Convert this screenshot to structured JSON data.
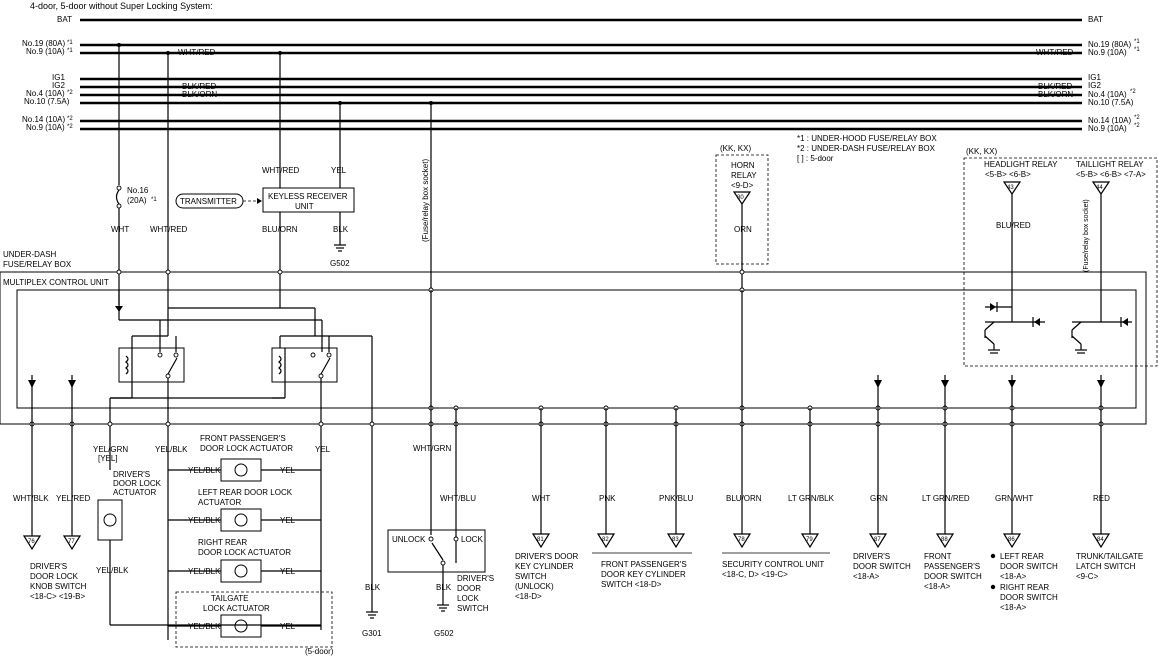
{
  "header": {
    "title": "4-door, 5-door without Super Locking System:"
  },
  "bus": {
    "bat": "BAT",
    "no19_80a": "No.19 (80A)",
    "star1": "*1",
    "no9_10a": "No.9 (10A)",
    "wht_red": "WHT/RED",
    "ig1": "IG1",
    "ig2": "IG2",
    "blk_red": "BLK/RED",
    "blk_orn": "BLK/ORN",
    "no4_10a": "No.4 (10A)",
    "star2": "*2",
    "no10_75a": "No.10 (7.5A)",
    "no14_10a": "No.14 (10A)"
  },
  "notes": {
    "n1": "*1 : UNDER-HOOD FUSE/RELAY BOX",
    "n2": "*2 : UNDER-DASH FUSE/RELAY BOX",
    "n3": "[  ] : 5-door"
  },
  "fuse16": {
    "line1": "No.16",
    "line2": "(20A)"
  },
  "transmitter": "TRANSMITTER",
  "receiver": {
    "line1": "KEYLESS RECEIVER",
    "line2": "UNIT",
    "wire_in": "WHT/RED",
    "wire_yel": "YEL",
    "wire_out": "BLU/ORN",
    "wire_gnd": "BLK",
    "ground": "G502"
  },
  "fuse_socket": "(Fuse/relay box socket)",
  "horn": {
    "market": "(KK, KX)",
    "line1": "HORN",
    "line2": "RELAY",
    "line3": "<9-D>",
    "pin": "30",
    "wire": "ORN"
  },
  "relays_right": {
    "market": "(KK, KX)",
    "headlight": "HEADLIGHT RELAY",
    "headlight_conn": "<5-B> <6-B>",
    "headlight_pin": "43",
    "taillight": "TAILLIGHT RELAY",
    "taillight_conn": "<5-B> <6-B> <7-A>",
    "taillight_pin": "44",
    "wire_blu_red": "BLU/RED",
    "fuse_socket2": "(Fuse/relay box socket)"
  },
  "left_wires": {
    "wht": "WHT",
    "wht_red": "WHT/RED"
  },
  "underdash": {
    "line1": "UNDER-DASH",
    "line2": "FUSE/RELAY BOX"
  },
  "mcu": "MULTIPLEX CONTROL UNIT",
  "lower_wires": {
    "yel_grn": "YEL/GRN",
    "yel_br": "[YEL]",
    "yel_blk": "YEL/BLK",
    "yel": "YEL",
    "blk": "BLK",
    "wht_blk": "WHT/BLK",
    "yel_red": "YEL/RED",
    "wht_grn": "WHT/GRN",
    "wht_blu": "WHT/BLU",
    "wht": "WHT",
    "pnk": "PNK",
    "pnk_blu": "PNK/BLU",
    "blu_orn": "BLU/ORN",
    "lt_grn_blk": "LT GRN/BLK",
    "grn": "GRN",
    "lt_grn_red": "LT GRN/RED",
    "grn_wht": "GRN/WHT",
    "red": "RED"
  },
  "actuators": {
    "driver": [
      "DRIVER'S",
      "DOOR LOCK",
      "ACTUATOR"
    ],
    "front_pass": [
      "FRONT PASSENGER'S",
      "DOOR LOCK ACTUATOR"
    ],
    "left_rear": [
      "LEFT REAR DOOR LOCK",
      "ACTUATOR"
    ],
    "right_rear": [
      "RIGHT REAR",
      "DOOR LOCK ACTUATOR"
    ],
    "tailgate": [
      "TAILGATE",
      "LOCK ACTUATOR"
    ],
    "five_door": "(5-door)"
  },
  "pins": {
    "p76": "76",
    "p77": "77",
    "p81": "81",
    "p82": "82",
    "p83": "83",
    "p78": "78",
    "p79": "79",
    "p87": "87",
    "p88": "88",
    "p86": "86",
    "p84": "84"
  },
  "components": {
    "knob": [
      "DRIVER'S",
      "DOOR LOCK",
      "KNOB SWITCH",
      "<18-C> <19-B>"
    ],
    "unlock": "UNLOCK",
    "lock": "LOCK",
    "lock_sw": [
      "DRIVER'S",
      "DOOR",
      "LOCK",
      "SWITCH"
    ],
    "key_sw": [
      "DRIVER'S DOOR",
      "KEY CYLINDER",
      "SWITCH",
      "(UNLOCK)",
      "<18-D>"
    ],
    "fp_key": [
      "FRONT PASSENGER'S",
      "DOOR KEY CYLINDER",
      "SWITCH <18-D>"
    ],
    "security": [
      "SECURITY CONTROL UNIT",
      "<18-C, D> <19-C>"
    ],
    "drv_door_sw": [
      "DRIVER'S",
      "DOOR SWITCH",
      "<18-A>"
    ],
    "fp_door_sw": [
      "FRONT",
      "PASSENGER'S",
      "DOOR SWITCH",
      "<18-A>"
    ],
    "lr_door_sw": [
      "LEFT REAR",
      "DOOR SWITCH",
      "<18-A>"
    ],
    "rr_door_sw": [
      "RIGHT REAR",
      "DOOR SWITCH",
      "<18-A>"
    ],
    "trunk": [
      "TRUNK/TAILGATE",
      "LATCH SWITCH",
      "<9-C>"
    ]
  },
  "grounds": {
    "g301": "G301",
    "g502": "G502"
  }
}
